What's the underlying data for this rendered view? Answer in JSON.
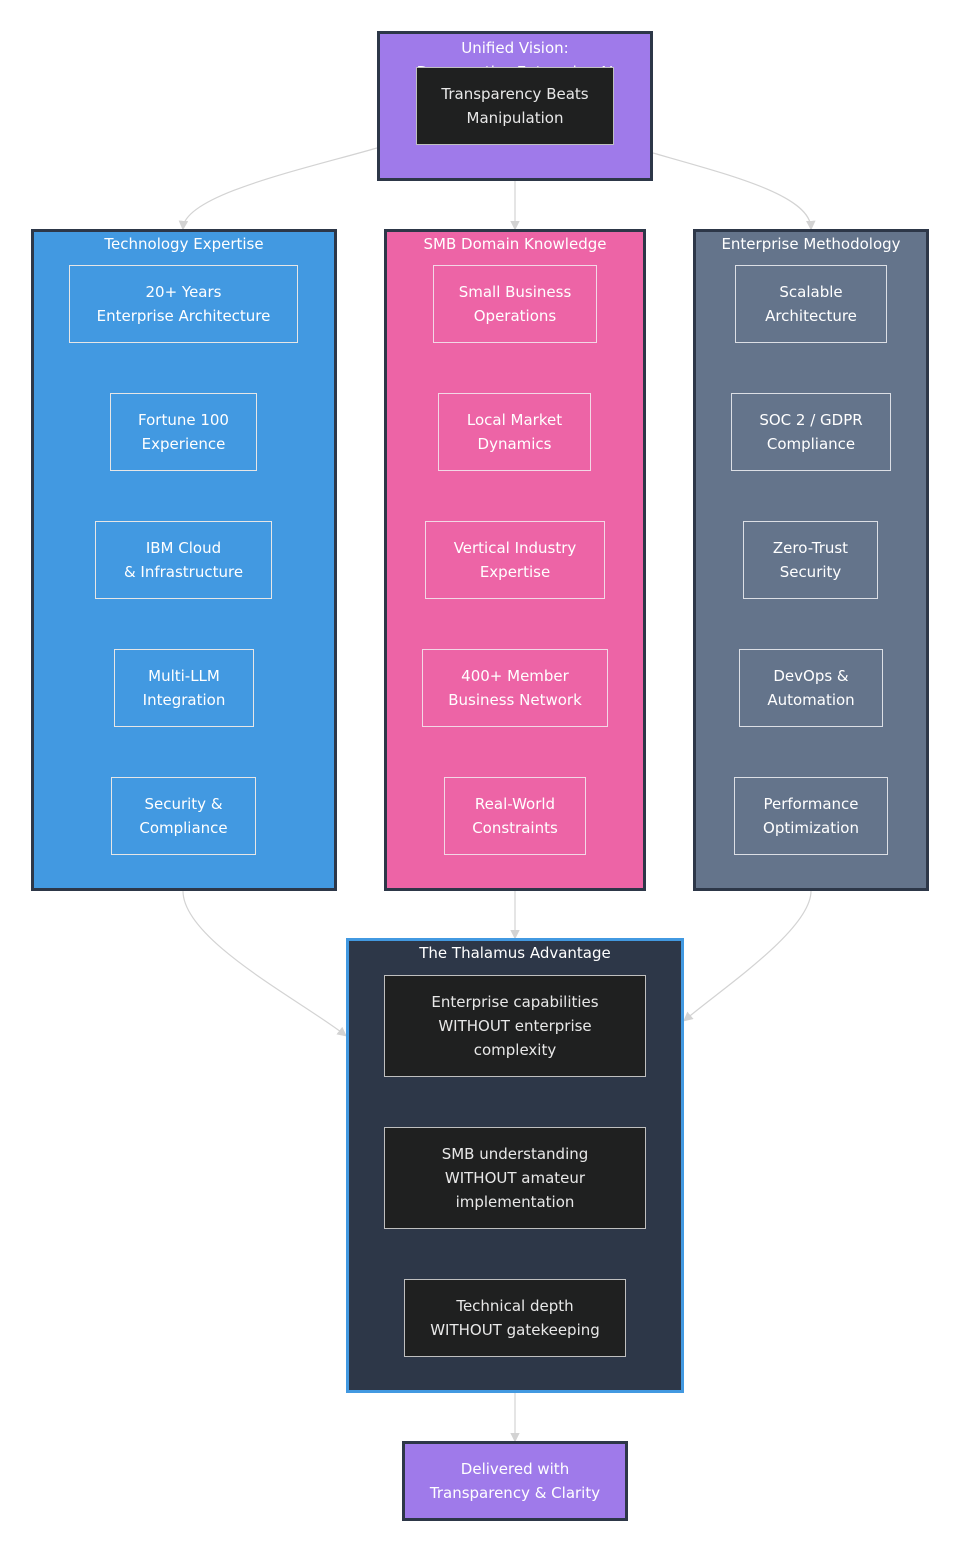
{
  "colors": {
    "purple": "#9f7aea",
    "blue": "#4299e1",
    "pink": "#ed64a6",
    "slate": "#64748b",
    "dark_slate": "#2d3748",
    "node_dark": "#1f2020",
    "edge": "#d3d3d3"
  },
  "vision": {
    "title": "Unified Vision:\nDemocratize Enterprise AI",
    "node": "Transparency Beats\nManipulation"
  },
  "technology": {
    "title": "Technology Expertise",
    "nodes": [
      "20+ Years\nEnterprise Architecture",
      "Fortune 100\nExperience",
      "IBM Cloud\n& Infrastructure",
      "Multi-LLM\nIntegration",
      "Security &\nCompliance"
    ]
  },
  "smb": {
    "title": "SMB Domain Knowledge",
    "nodes": [
      "Small Business\nOperations",
      "Local Market\nDynamics",
      "Vertical Industry\nExpertise",
      "400+ Member\nBusiness Network",
      "Real-World\nConstraints"
    ]
  },
  "enterprise": {
    "title": "Enterprise Methodology",
    "nodes": [
      "Scalable\nArchitecture",
      "SOC 2 / GDPR\nCompliance",
      "Zero-Trust\nSecurity",
      "DevOps &\nAutomation",
      "Performance\nOptimization"
    ]
  },
  "advantage": {
    "title": "The Thalamus Advantage",
    "nodes": [
      "Enterprise capabilities\nWITHOUT enterprise\ncomplexity",
      "SMB understanding\nWITHOUT amateur\nimplementation",
      "Technical depth\nWITHOUT gatekeeping"
    ]
  },
  "delivered": "Delivered with\nTransparency & Clarity"
}
